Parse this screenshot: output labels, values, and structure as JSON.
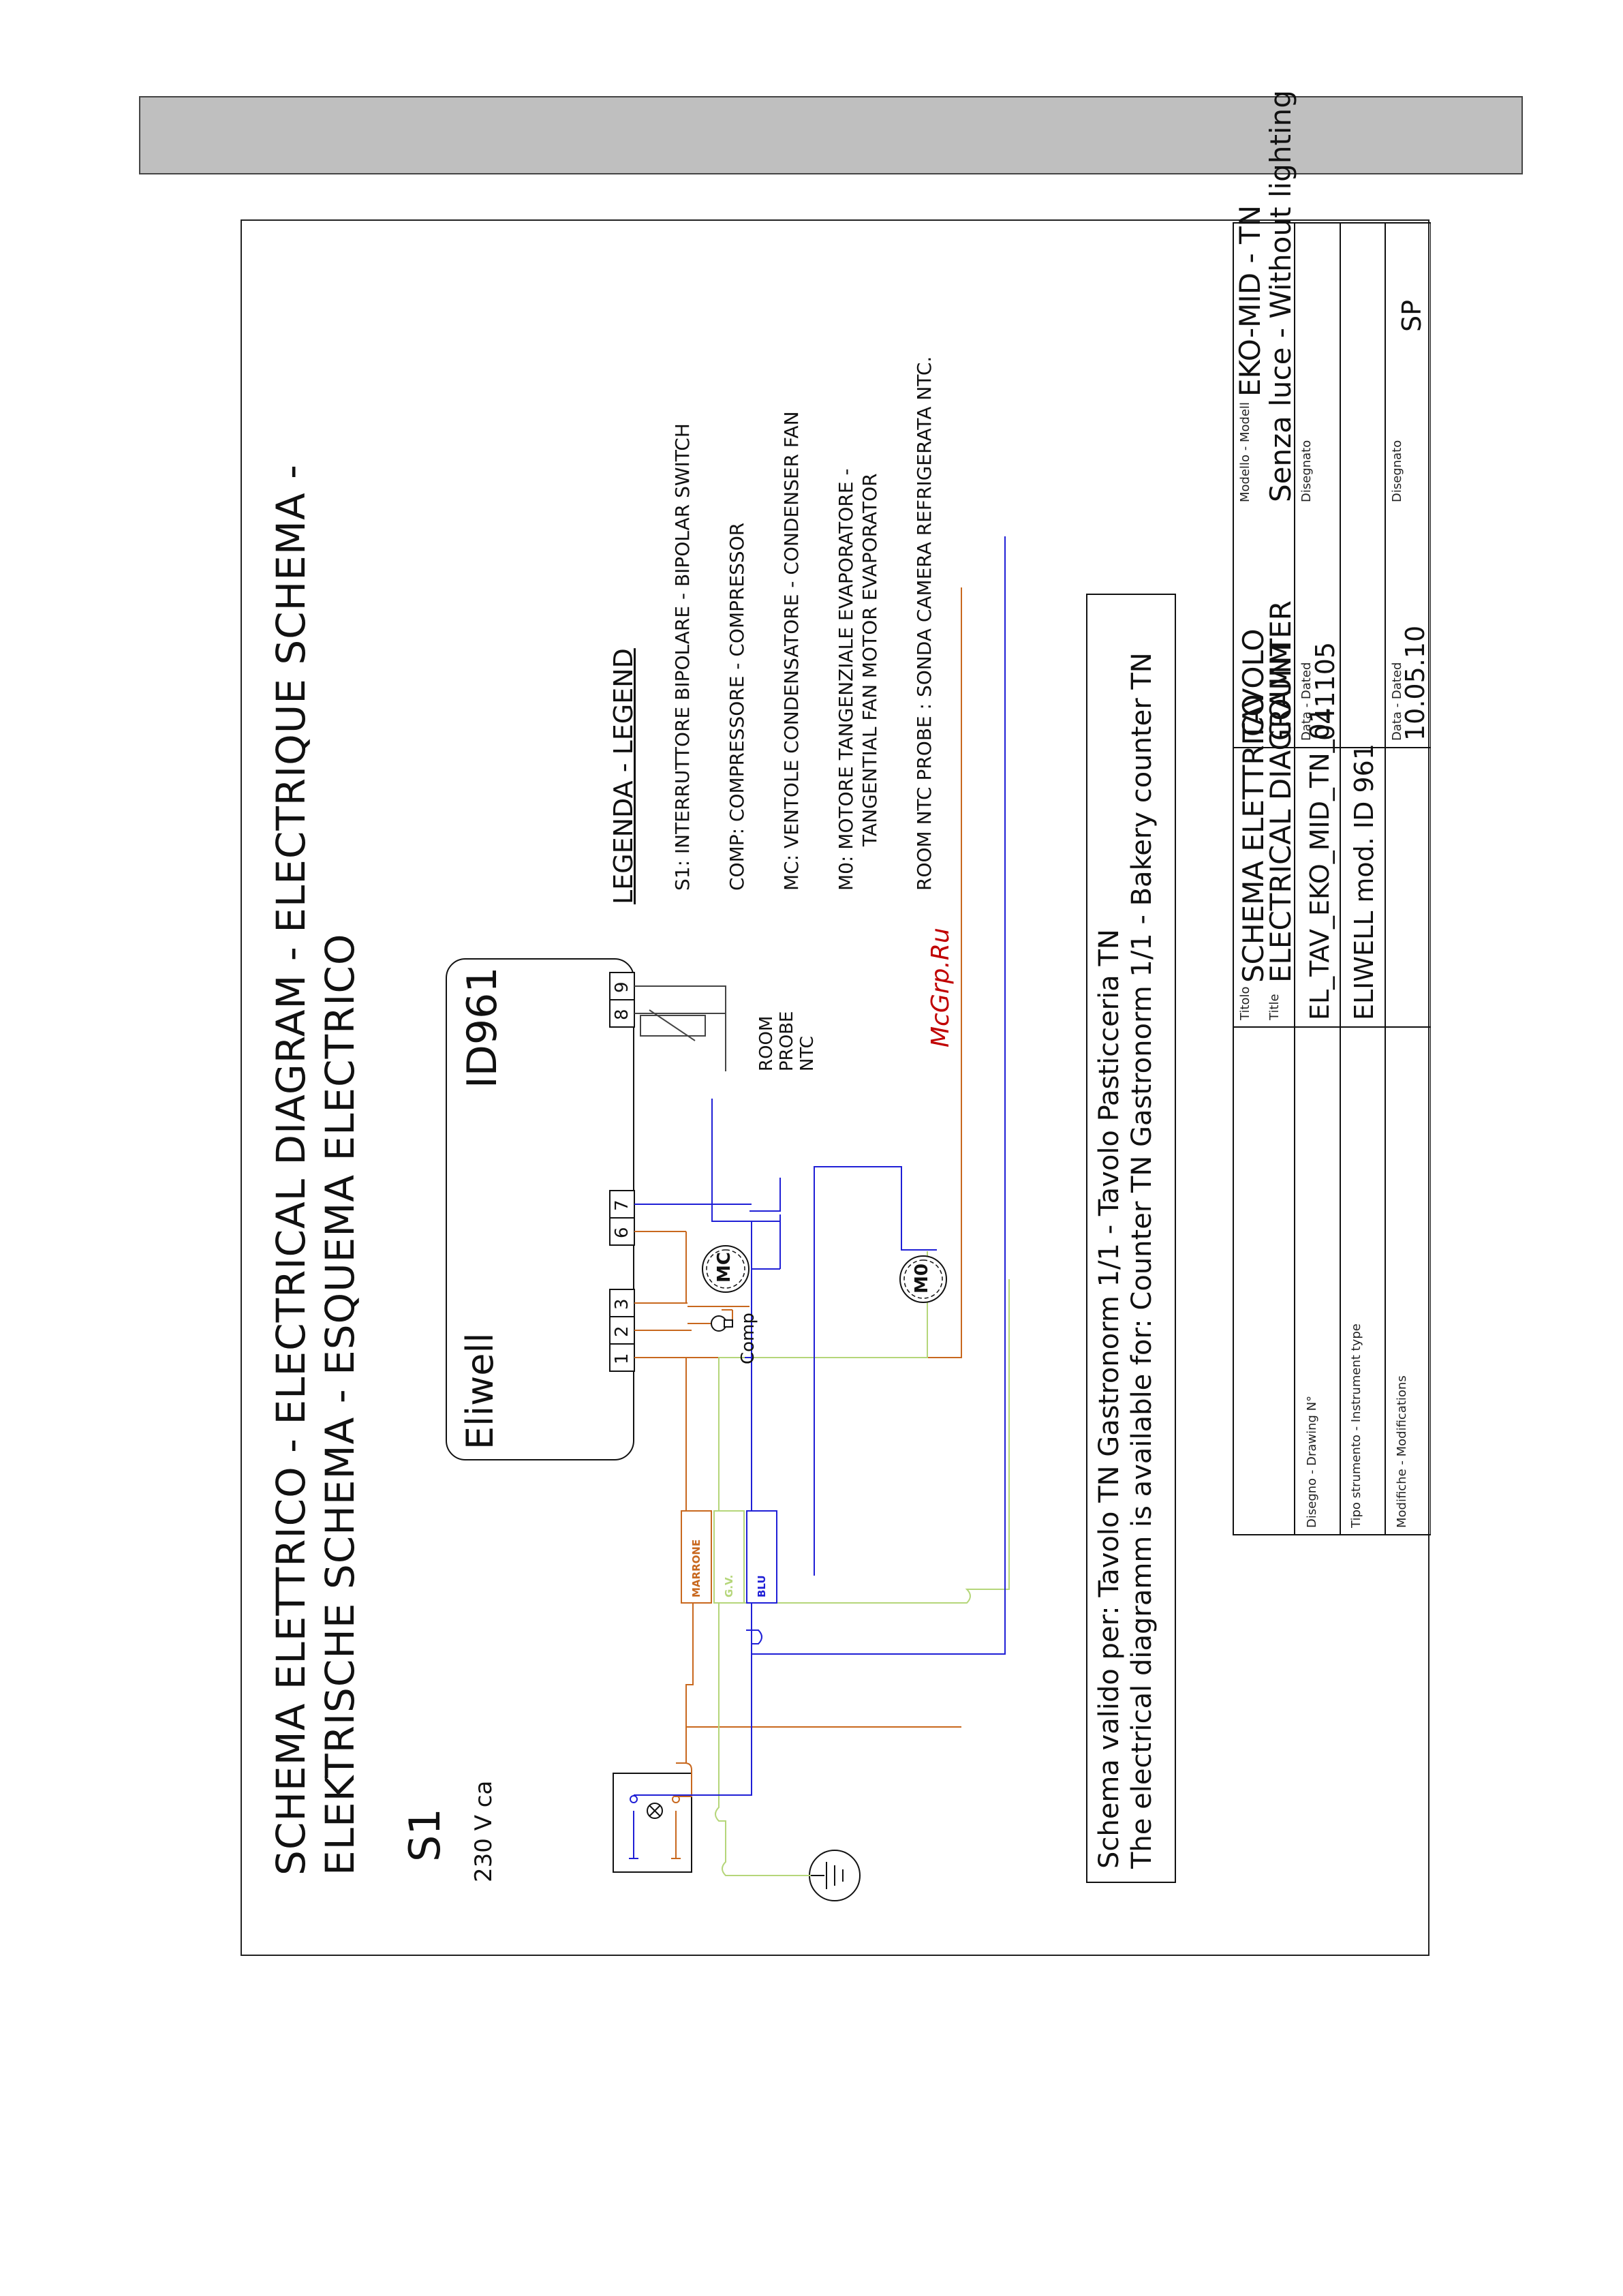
{
  "title": {
    "line1": "SCHEMA ELETTRICO - ELECTRICAL DIAGRAM - ELECTRIQUE SCHEMA -",
    "line2": "ELEKTRISCHE SCHEMA - ESQUEMA ELECTRICO"
  },
  "switch": {
    "name": "S1",
    "voltage": "230 V ca"
  },
  "controller": {
    "brand": "Eliwell",
    "model": "ID961",
    "terminals": [
      "1",
      "2",
      "3",
      "6",
      "7",
      "8",
      "9"
    ]
  },
  "components": {
    "compressor": "Comp",
    "condenser_fan": "MC",
    "evaporator_fan": "M0",
    "probe_lines": [
      "ROOM",
      "PROBE",
      "NTC"
    ]
  },
  "wires": {
    "brown": "MARRONE",
    "yellow_green": "G.V.",
    "blue": "BLU",
    "colors": {
      "brown": "#c8681e",
      "yellow_green": "#b5d67a",
      "blue": "#1f1fd6"
    }
  },
  "legend": {
    "heading": "LEGENDA - LEGEND",
    "items": [
      "S1: INTERRUTTORE BIPOLARE - BIPOLAR SWITCH",
      "COMP: COMPRESSORE - COMPRESSOR",
      "MC:  VENTOLE CONDENSATORE - CONDENSER FAN",
      "M0: MOTORE TANGENZIALE EVAPORATORE -",
      "TANGENTIAL FAN MOTOR EVAPORATOR",
      "ROOM NTC PROBE : SONDA CAMERA REFRIGERATA NTC."
    ]
  },
  "watermark": "McGrp.Ru",
  "validity": {
    "line1": "Schema valido per:     Tavolo TN  Gastronorm 1/1 - Tavolo Pasticceria TN",
    "line2": "The electrical diagramm is available for:     Counter TN  Gastronorm 1/1 - Bakery counter TN"
  },
  "title_block": {
    "titolo_label": "Titolo",
    "title_label": "Title",
    "title_line1": "SCHEMA ELETTRICO",
    "title_line2": "ELECTRICAL DIAGRAMM",
    "title_line3": "TAVOLO",
    "title_line4": "COUNTER",
    "modello_label": "Modello - Modell",
    "modello": "EKO-MID - TN",
    "variant": "Senza luce - Without lighting",
    "disegno_label": "Disegno - Drawing N°",
    "drawing_no": "EL_TAV_EKO_MID_TN_01",
    "data_label": "Data - Dated",
    "data1": "041105",
    "disegnato_label": "Disegnato",
    "tipo_label": "Tipo strumento - Instrument type",
    "instrument": "ELIWELL mod. ID 961",
    "modifiche_label": "Modifiche - Modifications",
    "data2": "10.05.10",
    "designer": "SP"
  }
}
